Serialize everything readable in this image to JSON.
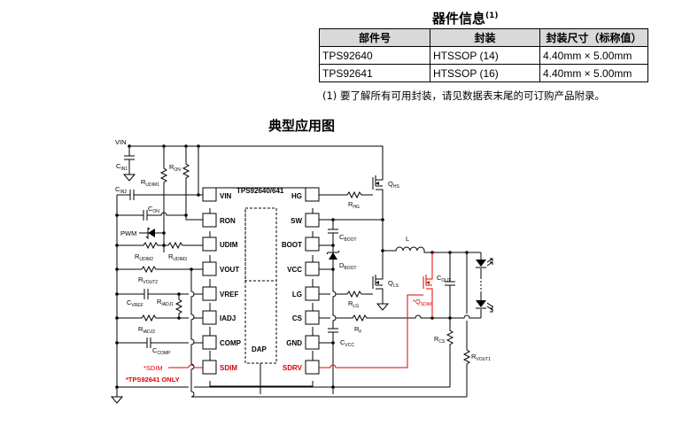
{
  "device_info": {
    "title": "器件信息",
    "title_note": "(1)",
    "headers": [
      "部件号",
      "封装",
      "封装尺寸（标称值）"
    ],
    "rows": [
      [
        "TPS92640",
        "HTSSOP (14)",
        "4.40mm × 5.00mm"
      ],
      [
        "TPS92641",
        "HTSSOP (16)",
        "4.40mm × 5.00mm"
      ]
    ],
    "footnote": "(1)  要了解所有可用封装，请见数据表末尾的可订购产品附录。"
  },
  "figure": {
    "title": "典型应用图",
    "ic_name": "TPS92640/641",
    "left_pins": [
      "VIN",
      "RON",
      "UDIM",
      "VOUT",
      "VREF",
      "IADJ",
      "COMP",
      "SDIM"
    ],
    "right_pins": [
      "HG",
      "SW",
      "BOOT",
      "VCC",
      "LG",
      "CS",
      "GND",
      "SDRV"
    ],
    "dap_label": "DAP",
    "net_vin": "VIN",
    "pwm_label": "PWM",
    "sdim_ext_label": "*SDIM",
    "only_note": "*TPS92641 ONLY",
    "components": {
      "cin1": {
        "main": "C",
        "sub": "IN1"
      },
      "cin2": {
        "main": "C",
        "sub": "IN2"
      },
      "rudim1": {
        "main": "R",
        "sub": "UDIM1"
      },
      "ron": {
        "main": "R",
        "sub": "ON"
      },
      "con": {
        "main": "C",
        "sub": "ON"
      },
      "rudim2": {
        "main": "R",
        "sub": "UDIM2"
      },
      "rudim3": {
        "main": "R",
        "sub": "UDIM3"
      },
      "rvout2": {
        "main": "R",
        "sub": "VOUT2"
      },
      "cvref": {
        "main": "C",
        "sub": "VREF"
      },
      "radj1": {
        "main": "R",
        "sub": "IADJ1"
      },
      "radj2": {
        "main": "R",
        "sub": "IADJ2"
      },
      "ccomp": {
        "main": "C",
        "sub": "COMP"
      },
      "qhs": {
        "main": "Q",
        "sub": "HS"
      },
      "rhg": {
        "main": "R",
        "sub": "HG"
      },
      "cboot": {
        "main": "C",
        "sub": "BOOT"
      },
      "dboot": {
        "main": "D",
        "sub": "BOOT"
      },
      "qls": {
        "main": "Q",
        "sub": "LS"
      },
      "rlg": {
        "main": "R",
        "sub": "LG"
      },
      "rf": {
        "main": "R",
        "sub": "F"
      },
      "cvcc": {
        "main": "C",
        "sub": "VCC"
      },
      "l": {
        "main": "L",
        "sub": ""
      },
      "cout": {
        "main": "C",
        "sub": "OUT"
      },
      "qsdim": {
        "main": "*Q",
        "sub": "SDIM"
      },
      "rcs": {
        "main": "R",
        "sub": "CS"
      },
      "rvout1": {
        "main": "R",
        "sub": "VOUT1"
      }
    }
  }
}
